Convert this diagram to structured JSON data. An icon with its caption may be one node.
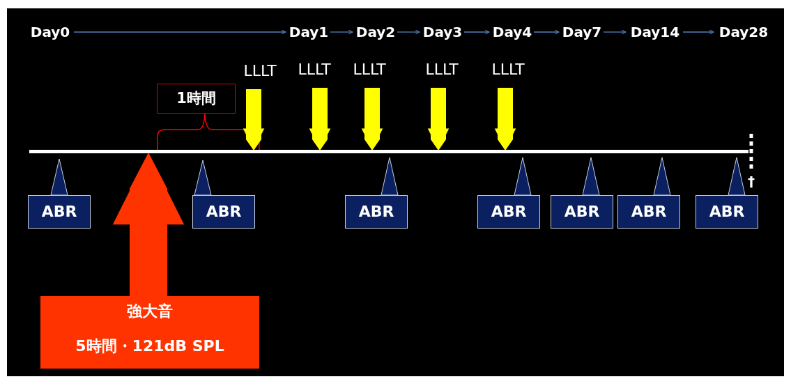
{
  "diagram": {
    "nodes": [
      {
        "text": [
          "Day0"
        ]
      },
      {
        "text": [
          "Day1"
        ]
      },
      {
        "text": [
          "Day2"
        ]
      },
      {
        "text": [
          "Day3"
        ]
      },
      {
        "text": [
          "Day4"
        ]
      },
      {
        "text": [
          "Day7"
        ]
      },
      {
        "text": [
          "Day14"
        ]
      },
      {
        "text": [
          "Day28"
        ]
      },
      {
        "text": [
          "LLLT"
        ]
      },
      {
        "text": [
          "LLLT"
        ]
      },
      {
        "text": [
          "LLLT"
        ]
      },
      {
        "text": [
          "LLLT"
        ]
      },
      {
        "text": [
          "LLLT"
        ]
      },
      {
        "text": [
          "1時間"
        ]
      },
      {
        "text": [
          "ABR"
        ]
      },
      {
        "text": [
          "ABR"
        ]
      },
      {
        "text": [
          "ABR"
        ]
      },
      {
        "text": [
          "ABR"
        ]
      },
      {
        "text": [
          "ABR"
        ]
      },
      {
        "text": [
          "ABR"
        ]
      },
      {
        "text": [
          "ABR"
        ]
      },
      {
        "text": [
          "強大音",
          "5時間・121dB SPL"
        ]
      },
      {
        "text": [],
        "shape": "bar"
      }
    ],
    "edges": [
      {
        "from": 0,
        "to": 1,
        "arrow": "to"
      },
      {
        "from": 1,
        "to": 2,
        "arrow": "to"
      },
      {
        "from": 2,
        "to": 3,
        "arrow": "to"
      },
      {
        "from": 3,
        "to": 4,
        "arrow": "to"
      },
      {
        "from": 4,
        "to": 5,
        "arrow": "to"
      },
      {
        "from": 5,
        "to": 6,
        "arrow": "to"
      },
      {
        "from": 6,
        "to": 7,
        "arrow": "to"
      },
      {
        "from": 8,
        "to": 22,
        "arrow": "to",
        "style": "thick",
        "color": "#ffff00"
      },
      {
        "from": 9,
        "to": 22,
        "arrow": "to",
        "style": "thick",
        "color": "#ffff00"
      },
      {
        "from": 10,
        "to": 22,
        "arrow": "to",
        "style": "thick",
        "color": "#ffff00"
      },
      {
        "from": 11,
        "to": 22,
        "arrow": "to",
        "style": "thick",
        "color": "#ffff00"
      },
      {
        "from": 12,
        "to": 22,
        "arrow": "to",
        "style": "thick",
        "color": "#ffff00"
      },
      {
        "from": 21,
        "to": 22,
        "arrow": "to",
        "style": "thick",
        "color": "#ff3300"
      }
    ],
    "labels": [
      "†"
    ]
  }
}
